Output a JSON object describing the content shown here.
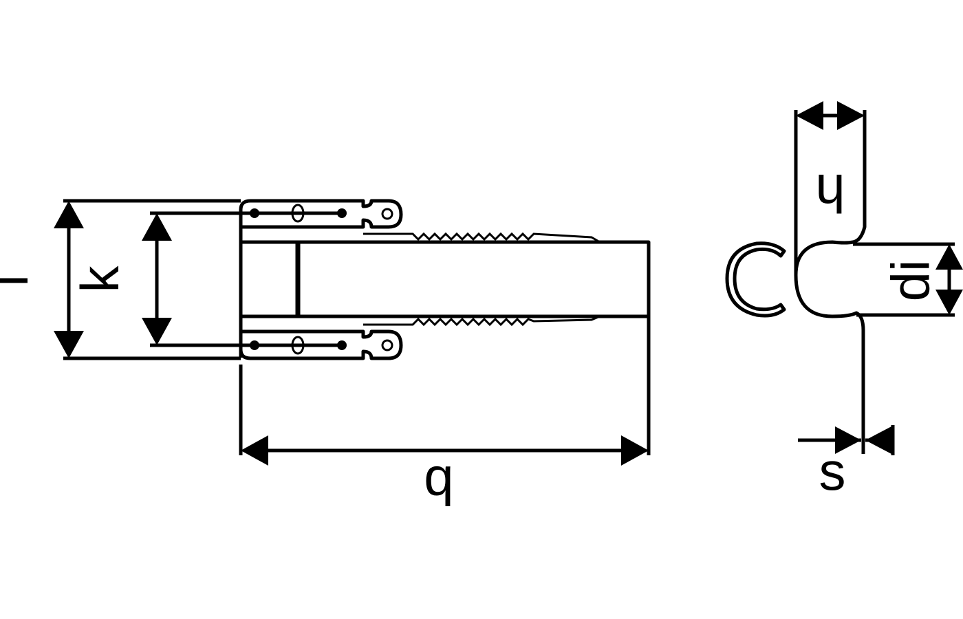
{
  "dimensions": {
    "l": "l",
    "k": "k",
    "q": "q",
    "h": "h",
    "di": "di",
    "s": "s"
  },
  "colors": {
    "line": "#000000",
    "background": "#ffffff"
  }
}
